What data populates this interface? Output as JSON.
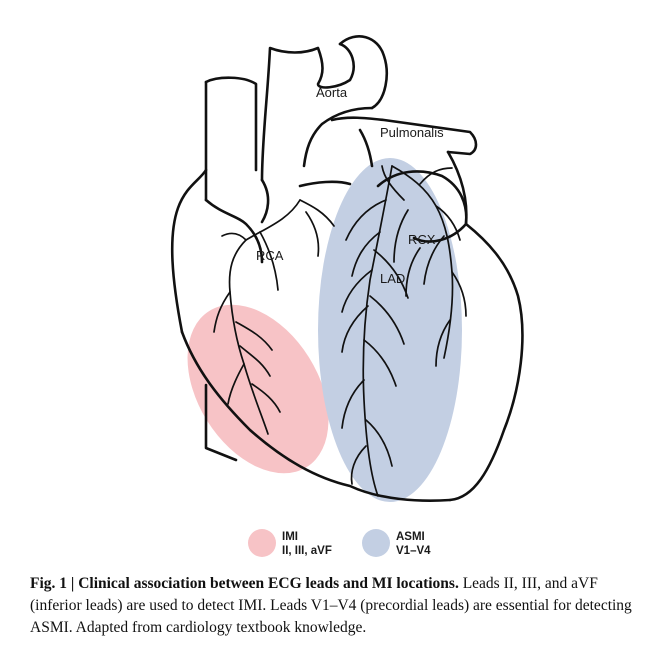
{
  "labels": {
    "aorta": "Aorta",
    "pulmonalis": "Pulmonalis",
    "rca": "RCA",
    "rcx": "RCX",
    "lad": "LAD"
  },
  "legend": {
    "imi": {
      "title": "IMI",
      "leads": "II, III, aVF",
      "color": "#f7c3c6"
    },
    "asmi": {
      "title": "ASMI",
      "leads": "V1–V4",
      "color": "#c3cfe3"
    }
  },
  "caption": {
    "bold": "Fig. 1 | Clinical association between ECG leads and MI locations.",
    "text": " Leads II, III, and aVF (inferior leads) are used to detect IMI. Leads V1–V4 (precordial leads) are essential for detecting ASMI. Adapted from cardiology textbook knowledge."
  }
}
